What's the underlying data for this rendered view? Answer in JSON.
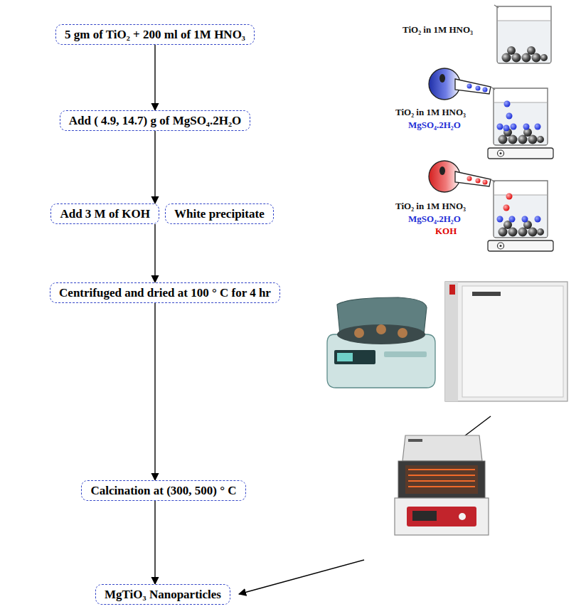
{
  "diagram": {
    "nodes": [
      {
        "text": [
          "5 gm of TiO₂ + 200 ml of 1M HNO₃"
        ]
      },
      {
        "text": [
          "Add ( 4.9, 14.7) g of MgSO₄.2H₂O"
        ]
      },
      {
        "text": [
          "Add 3 M of KOH"
        ]
      },
      {
        "text": [
          "White precipitate"
        ]
      },
      {
        "text": [
          "Centrifuged and dried at 100 ° C for 4 hr"
        ]
      },
      {
        "text": [
          "Calcination at (300, 500) ° C"
        ]
      },
      {
        "text": [
          "MgTiO₃ Nanoparticles"
        ]
      }
    ],
    "edges": [
      {
        "from": 0,
        "to": 1,
        "arrow": "to"
      },
      {
        "from": 1,
        "to": 2,
        "arrow": "to"
      },
      {
        "from": 2,
        "to": 4,
        "arrow": "to"
      },
      {
        "from": 4,
        "to": 5,
        "arrow": "to"
      },
      {
        "from": 5,
        "to": 6,
        "arrow": "to"
      }
    ],
    "labels": [
      "TiO₂ in 1M HNO₃",
      "TiO₂ in 1M HNO₃",
      "MgSO₄.2H₂O",
      "TiO₂ in 1M HNO₃",
      "MgSO₄.2H₂O",
      "KOH"
    ]
  }
}
